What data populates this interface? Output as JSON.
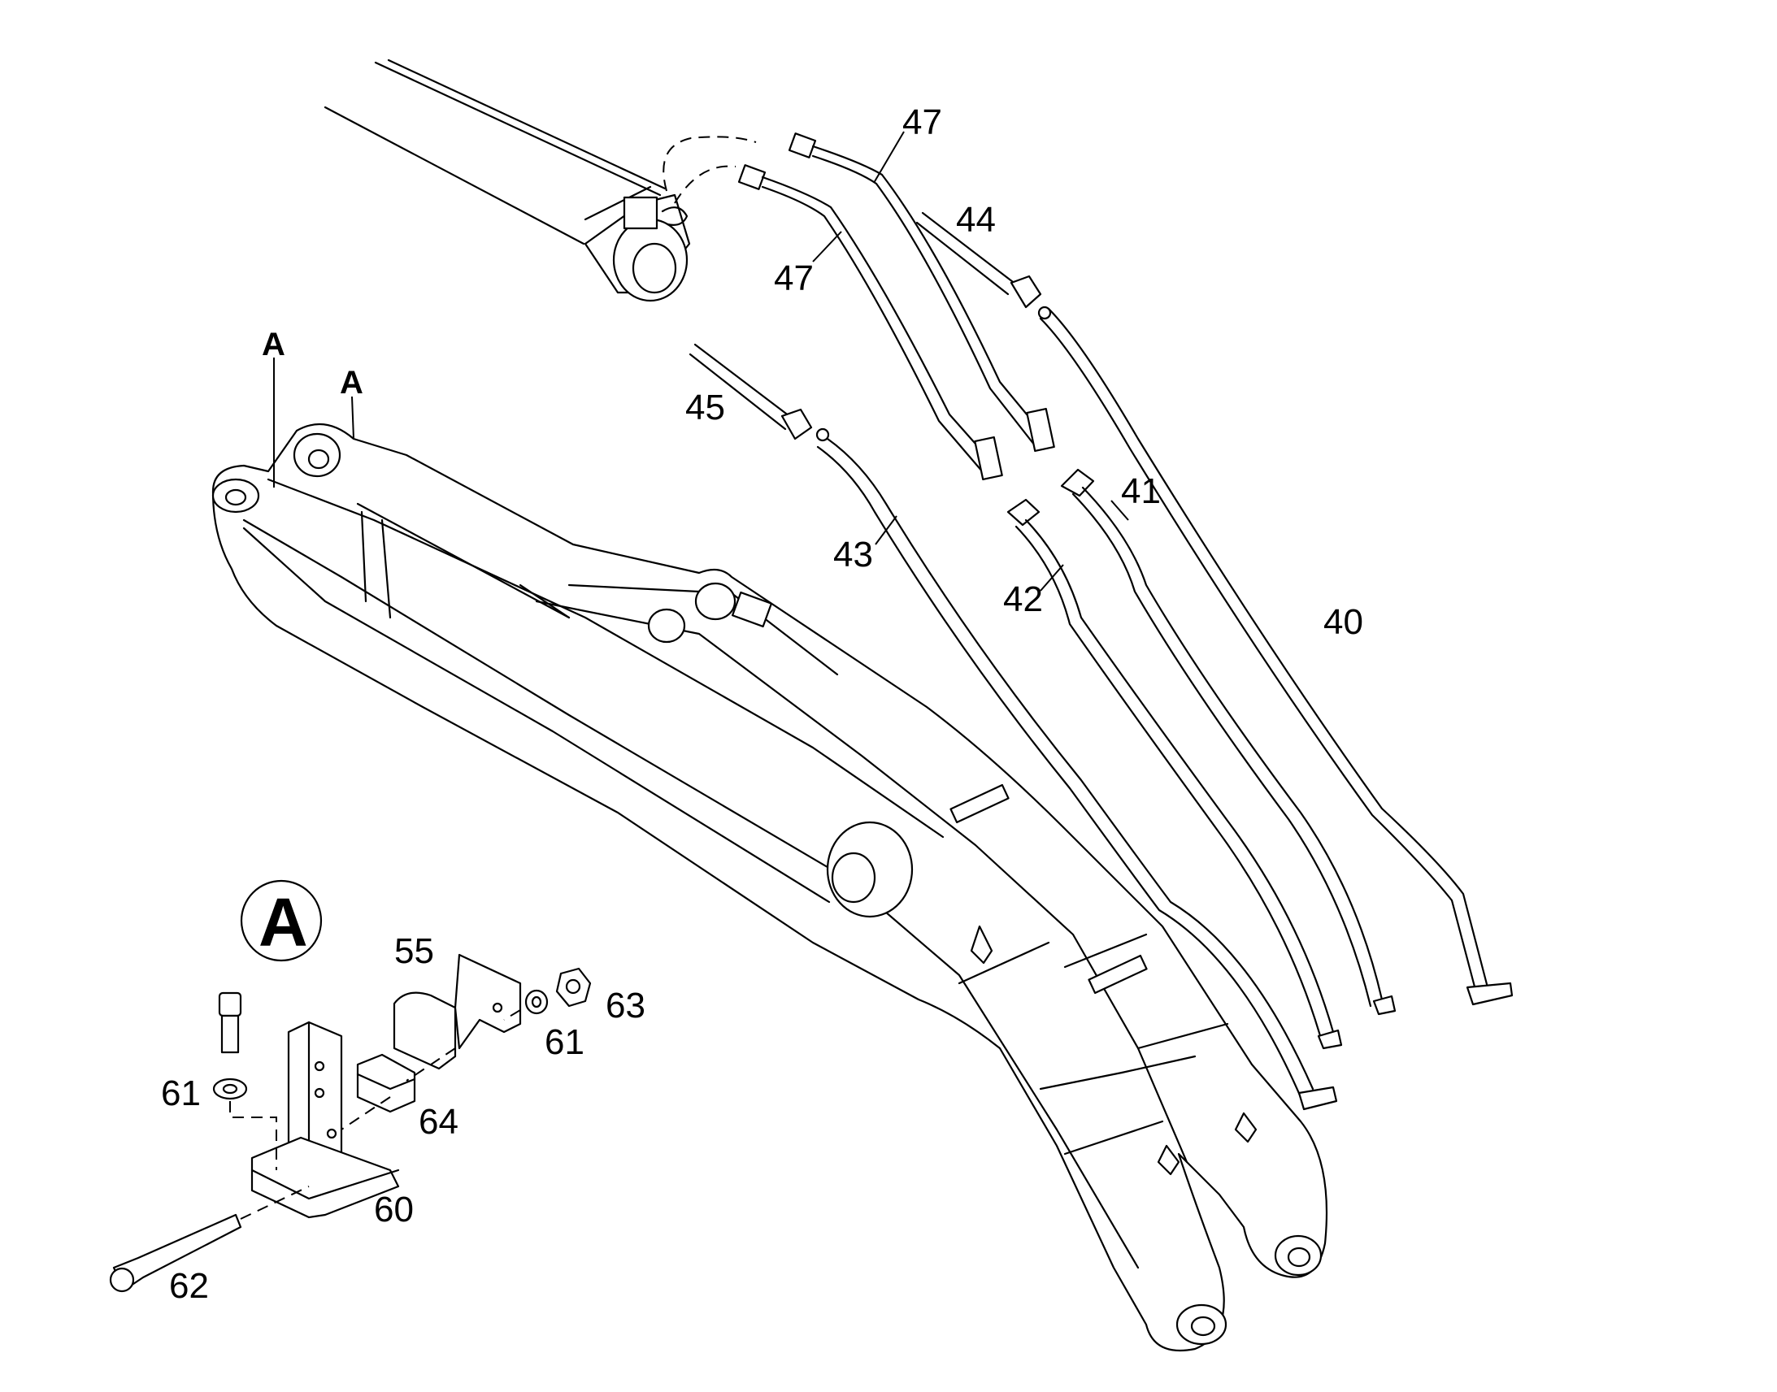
{
  "callouts": {
    "c40": "40",
    "c41": "41",
    "c42": "42",
    "c43": "43",
    "c44": "44",
    "c45": "45",
    "c47a": "47",
    "c47b": "47",
    "c55": "55",
    "c60": "60",
    "c61a": "61",
    "c61b": "61",
    "c62": "62",
    "c63": "63",
    "c64": "64"
  },
  "view_markers": {
    "a1": "A",
    "a2": "A",
    "detail": "A"
  }
}
